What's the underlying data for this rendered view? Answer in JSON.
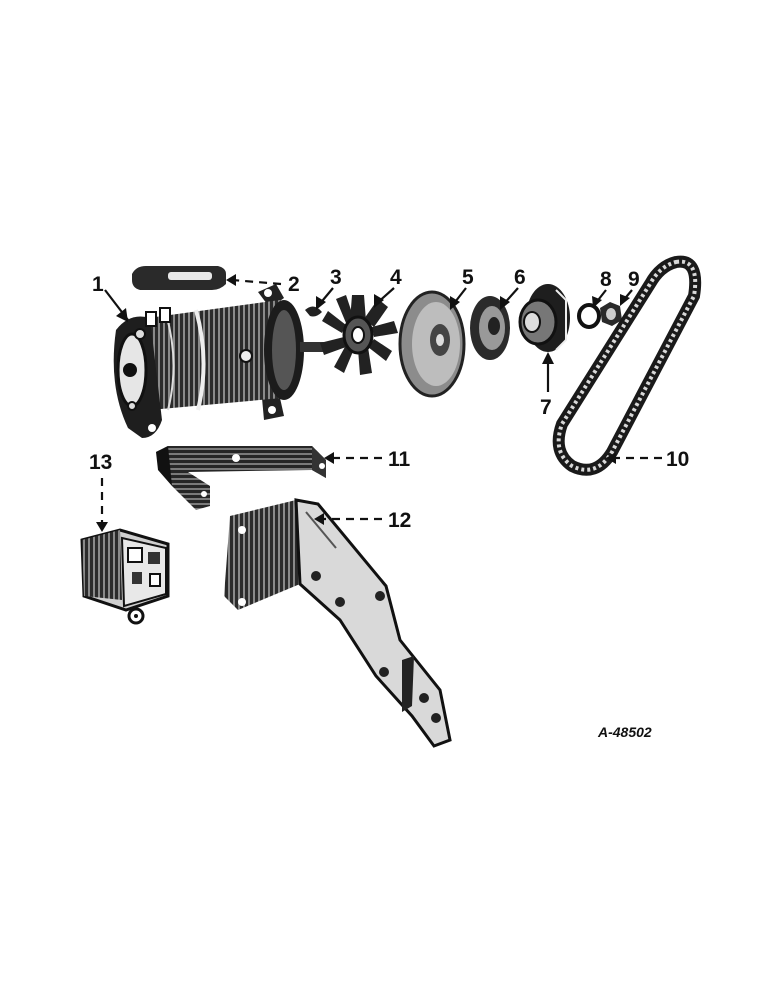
{
  "figure_id": "A-48502",
  "callouts": {
    "c1": "1",
    "c2": "2",
    "c3": "3",
    "c4": "4",
    "c5": "5",
    "c6": "6",
    "c7": "7",
    "c8": "8",
    "c9": "9",
    "c10": "10",
    "c11": "11",
    "c12": "12",
    "c13": "13"
  }
}
